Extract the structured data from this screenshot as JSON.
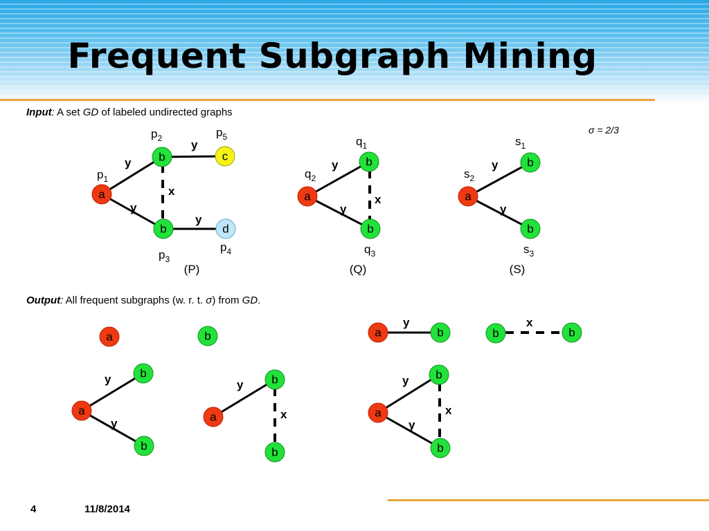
{
  "title": "Frequent Subgraph Mining",
  "input": {
    "label": "Input",
    "colon": ":",
    "text_a": " A set ",
    "gd": "GD",
    "text_b": " of labeled undirected graphs"
  },
  "sigma_note": "σ = 2/3",
  "output": {
    "label": "Output",
    "colon": ":",
    "text_a": " All frequent subgraphs (w. r. t. ",
    "sigma": "σ",
    "text_b": ") from ",
    "gd": "GD",
    "period": "."
  },
  "graphs": [
    {
      "caption": "(P)",
      "nodes": [
        "a",
        "b",
        "b",
        "c",
        "d"
      ],
      "ids": [
        "p",
        "1",
        "p",
        "2",
        "p",
        "3",
        "p",
        "4",
        "p",
        "5"
      ]
    },
    {
      "caption": "(Q)",
      "nodes": [
        "a",
        "b",
        "b"
      ],
      "ids": [
        "q",
        "1",
        "q",
        "2",
        "q",
        "3"
      ]
    },
    {
      "caption": "(S)",
      "nodes": [
        "a",
        "b",
        "b"
      ],
      "ids": [
        "s",
        "1",
        "s",
        "2",
        "s",
        "3"
      ]
    }
  ],
  "edge_labels": {
    "solid": "y",
    "dashed": "x"
  },
  "footer": {
    "page": "4",
    "date": "11/8/2014"
  },
  "colors": {
    "node_a": "#ee3a12",
    "node_b": "#22e23a",
    "node_c": "#f6f21a",
    "node_d": "#bfe6f8",
    "rule": "#e8a33a",
    "edge": "#000000"
  }
}
